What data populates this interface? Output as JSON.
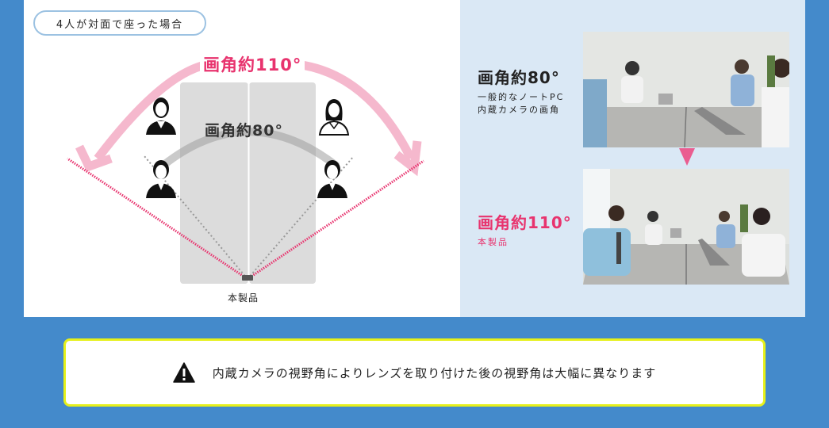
{
  "colors": {
    "page_background": "#448acb",
    "left_panel": "#ffffff",
    "right_panel": "#dae8f5",
    "accent_pink": "#e8336e",
    "arrow_pink": "#f5b8cd",
    "arc_gray": "#bdbdbd",
    "table_gray": "#dcdcdc",
    "alert_border": "#e6f01a"
  },
  "left_panel": {
    "scenario_label": "4人が対面で座った場合",
    "wide_angle_label": "画角約110°",
    "narrow_angle_label": "画角約80°",
    "camera_label": "本製品",
    "icons": [
      "woman-person-icon",
      "woman-long-hair-person-icon",
      "man-person-icon",
      "man-person-icon"
    ]
  },
  "right_panel": {
    "comparison": [
      {
        "title": "画角約80°",
        "subtitle_lines": [
          "一般的なノートPC",
          "内蔵カメラの画角"
        ],
        "image_desc": "meeting-photo-80-degree"
      },
      {
        "title": "画角約110°",
        "subtitle_lines": [
          "本製品"
        ],
        "image_desc": "meeting-photo-110-degree"
      }
    ]
  },
  "alert": {
    "icon": "warning-icon",
    "text": "内蔵カメラの視野角によりレンズを取り付けた後の視野角は大幅に異なります"
  }
}
